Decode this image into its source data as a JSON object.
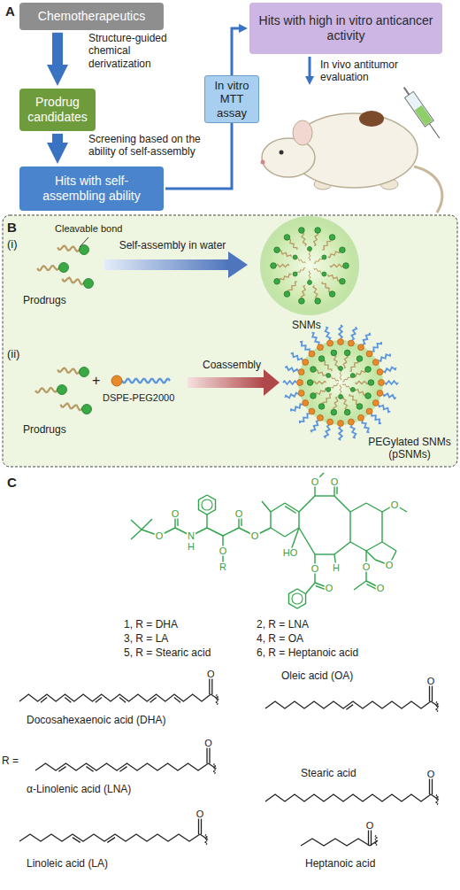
{
  "diagram": {
    "nodes": [
      {
        "text": [
          "Chemotherapeutics"
        ]
      },
      {
        "text": [
          "Prodrug candidates"
        ]
      },
      {
        "text": [
          "Hits with self-assembling ability"
        ]
      },
      {
        "text": [
          "Hits with high in vitro anticancer activity"
        ]
      }
    ],
    "edges": [
      {
        "from": 0,
        "to": 1,
        "arrow": "to",
        "label": "Structure-guided chemical derivatization"
      },
      {
        "from": 1,
        "to": 2,
        "arrow": "to",
        "label": "Screening based on the ability of self-assembly"
      },
      {
        "from": 2,
        "to": 3,
        "arrow": "to",
        "label": "In vitro MTT assay"
      }
    ],
    "labels": [
      "A",
      "In vivo antitumor evaluation",
      "B",
      "(i)",
      "Cleavable bond",
      "Prodrugs",
      "Self-assembly in water",
      "SNMs",
      "(ii)",
      "Prodrugs",
      "+",
      "DSPE-PEG2000",
      "Coassembly",
      "PEGylated SNMs (pSNMs)",
      "C",
      "O",
      "O",
      "N",
      "H",
      "O",
      "O",
      "O",
      "R",
      "O",
      "O",
      "O",
      "HO",
      "H",
      "O",
      "O",
      "O",
      "O",
      "O",
      "1, R = DHA",
      "2, R = LNA",
      "3, R = LA",
      "4, R = OA",
      "5, R = Stearic acid",
      "6, R = Heptanoic acid",
      "R =",
      "Docosahexaenoic acid (DHA)",
      "Oleic acid (OA)",
      "α-Linolenic acid (LNA)",
      "Stearic acid",
      "Linoleic acid (LA)",
      "Heptanoic acid",
      "O",
      "O",
      "O",
      "O",
      "O",
      "O"
    ]
  }
}
